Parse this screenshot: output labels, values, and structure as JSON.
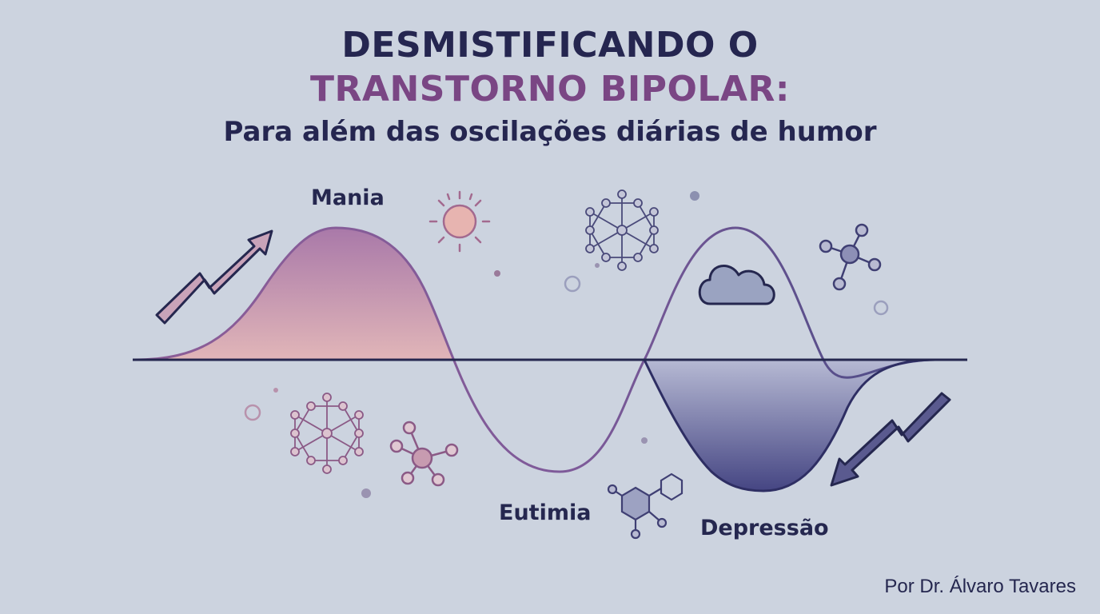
{
  "header": {
    "title_line1": "DESMISTIFICANDO O",
    "title_line2": "TRANSTORNO BIPOLAR:",
    "subtitle": "Para além das oscilações diárias de humor"
  },
  "diagram": {
    "label_mania": "Mania",
    "label_eutimia": "Eutimia",
    "label_depressao": "Depressão"
  },
  "footer": {
    "author": "Por Dr. Álvaro Tavares"
  },
  "colors": {
    "background": "#ccd3df",
    "navy": "#25274f",
    "purple_accent": "#7a4684",
    "mania_fill": "#c88fb4",
    "depression_fill": "#3f3f7f"
  },
  "icons": [
    "arrow-up-zigzag-icon",
    "sun-icon",
    "network-icon",
    "molecule-icon",
    "cloud-icon",
    "hexagon-molecule-icon",
    "arrow-down-zigzag-icon"
  ]
}
